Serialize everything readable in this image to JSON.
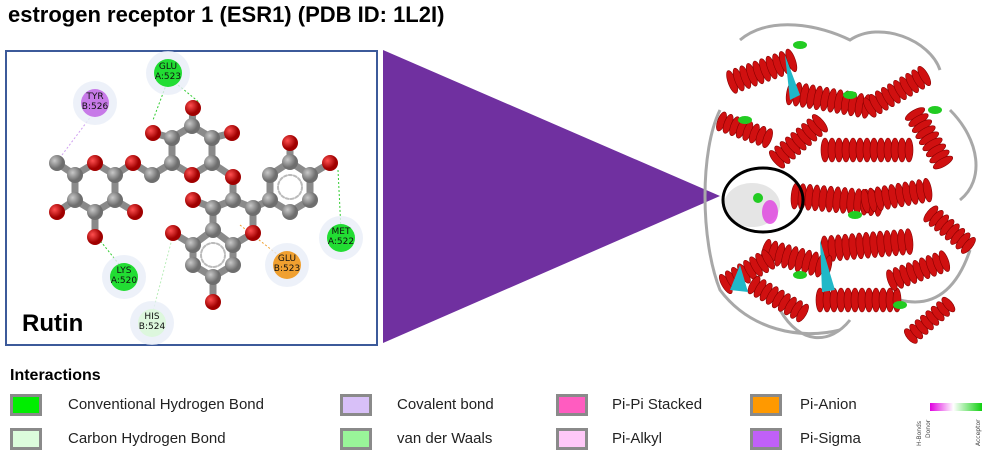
{
  "title": "estrogen receptor 1 (ESR1) (PDB ID: 1L2I)",
  "ligand_name": "Rutin",
  "residues": [
    {
      "name": "GLU",
      "id": "A:523",
      "type": "Conventional Hydrogen Bond",
      "color": "#22dd33"
    },
    {
      "name": "TYR",
      "id": "B:526",
      "type": "Pi-Sigma",
      "color": "#c77ae8"
    },
    {
      "name": "LYS",
      "id": "A:520",
      "type": "Conventional Hydrogen Bond",
      "color": "#22dd33"
    },
    {
      "name": "HIS",
      "id": "B:524",
      "type": "Carbon Hydrogen Bond",
      "color": "#ddf7dd"
    },
    {
      "name": "GLU",
      "id": "B:523",
      "type": "Pi-Anion",
      "color": "#f0a030"
    },
    {
      "name": "MET",
      "id": "A:522",
      "type": "Conventional Hydrogen Bond",
      "color": "#22dd33"
    }
  ],
  "legend": {
    "title": "Interactions",
    "items": [
      {
        "label": "Conventional Hydrogen Bond",
        "color": "#00ee00"
      },
      {
        "label": "Carbon Hydrogen Bond",
        "color": "#dcfcdc"
      },
      {
        "label": "Covalent bond",
        "color": "#d8c0f8"
      },
      {
        "label": "van der Waals",
        "color": "#99f599"
      },
      {
        "label": "Pi-Pi Stacked",
        "color": "#ff5cc0"
      },
      {
        "label": "Pi-Alkyl",
        "color": "#ffc8f8"
      },
      {
        "label": "Pi-Anion",
        "color": "#ff9900"
      },
      {
        "label": "Pi-Sigma",
        "color": "#c060f8"
      }
    ],
    "hbond_scale": {
      "title": "H-Bonds",
      "donor": "Donor",
      "acceptor": "Acceptor"
    }
  },
  "colors": {
    "arrow": "#7030a0",
    "helix": "#d01010",
    "sheet": "#20b8c8",
    "turn": "#22cc22",
    "coil": "#a8a8a8"
  }
}
